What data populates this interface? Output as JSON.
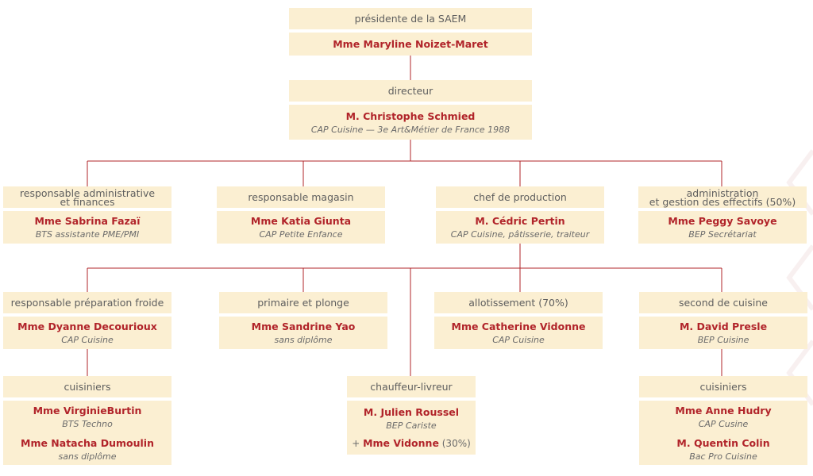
{
  "president": {
    "role": "présidente de la SAEM",
    "name": "Mme Maryline Noizet-Maret"
  },
  "director": {
    "role": "directeur",
    "name": "M. Christophe Schmied",
    "qual": "CAP Cuisine — 3e Art&Métier de France 1988"
  },
  "admin_fin": {
    "role_line1": "responsable administrative",
    "role_line2": "et finances",
    "name": "Mme Sabrina Fazaï",
    "qual": "BTS assistante PME/PMI"
  },
  "magasin": {
    "role": "responsable magasin",
    "name": "Mme Katia Giunta",
    "qual": "CAP Petite Enfance"
  },
  "production": {
    "role": "chef de production",
    "name": "M. Cédric Pertin",
    "qual": "CAP Cuisine, pâtisserie, traiteur"
  },
  "admin_eff": {
    "role_line1": "administration",
    "role_line2": "et gestion des effectifs (50%)",
    "name": "Mme Peggy Savoye",
    "qual": "BEP Secrétariat"
  },
  "prep_froide": {
    "role": "responsable préparation froide",
    "name": "Mme Dyanne Decourioux",
    "qual": "CAP Cuisine"
  },
  "plonge": {
    "role": "primaire et plonge",
    "name": "Mme Sandrine Yao",
    "qual": "sans diplôme"
  },
  "allotissement": {
    "role": "allotissement (70%)",
    "name": "Mme Catherine Vidonne",
    "qual": "CAP Cuisine"
  },
  "second": {
    "role": "second de cuisine",
    "name": "M. David Presle",
    "qual": "BEP Cuisine"
  },
  "cuisiniers_left": {
    "role": "cuisiniers",
    "name1": "Mme VirginieBurtin",
    "qual1": "BTS Techno",
    "name2": "Mme Natacha Dumoulin",
    "qual2": "sans diplôme"
  },
  "chauffeur": {
    "role": "chauffeur-livreur",
    "name": "M. Julien Roussel",
    "qual": "BEP Cariste",
    "extra_prefix": "+",
    "extra_name": "Mme Vidonne",
    "extra_pct": "(30%)"
  },
  "cuisiniers_right": {
    "role": "cuisiniers",
    "name1": "Mme Anne Hudry",
    "qual1": "CAP Cusine",
    "name2": "M. Quentin Colin",
    "qual2": "Bac Pro Cuisine"
  },
  "colors": {
    "box": "#fbefd2",
    "line": "#b1242a",
    "name": "#b1242a",
    "title": "#5e5e5e"
  }
}
